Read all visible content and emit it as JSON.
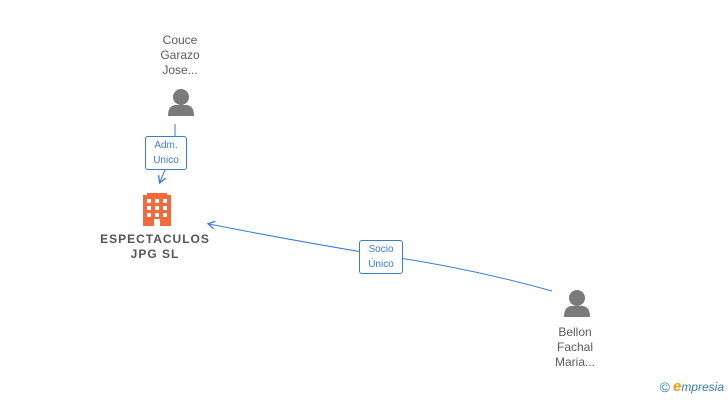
{
  "nodes": {
    "company": {
      "name": "ESPECTACULOS\nJPG  SL"
    },
    "person_top": {
      "name": "Couce\nGarazo\nJose..."
    },
    "person_bottom": {
      "name": "Bellon\nFachal\nMaria..."
    }
  },
  "edges": {
    "top_to_company": {
      "label": "Adm.\nUnico"
    },
    "bottom_to_company": {
      "label": "Socio\nÚnico"
    }
  },
  "colors": {
    "edge": "#3a7bd5",
    "person_icon": "#7a7a7a",
    "company_icon": "#f26a3d"
  },
  "brand": {
    "copyright": "©",
    "first_letter": "e",
    "rest": "mpresia"
  }
}
